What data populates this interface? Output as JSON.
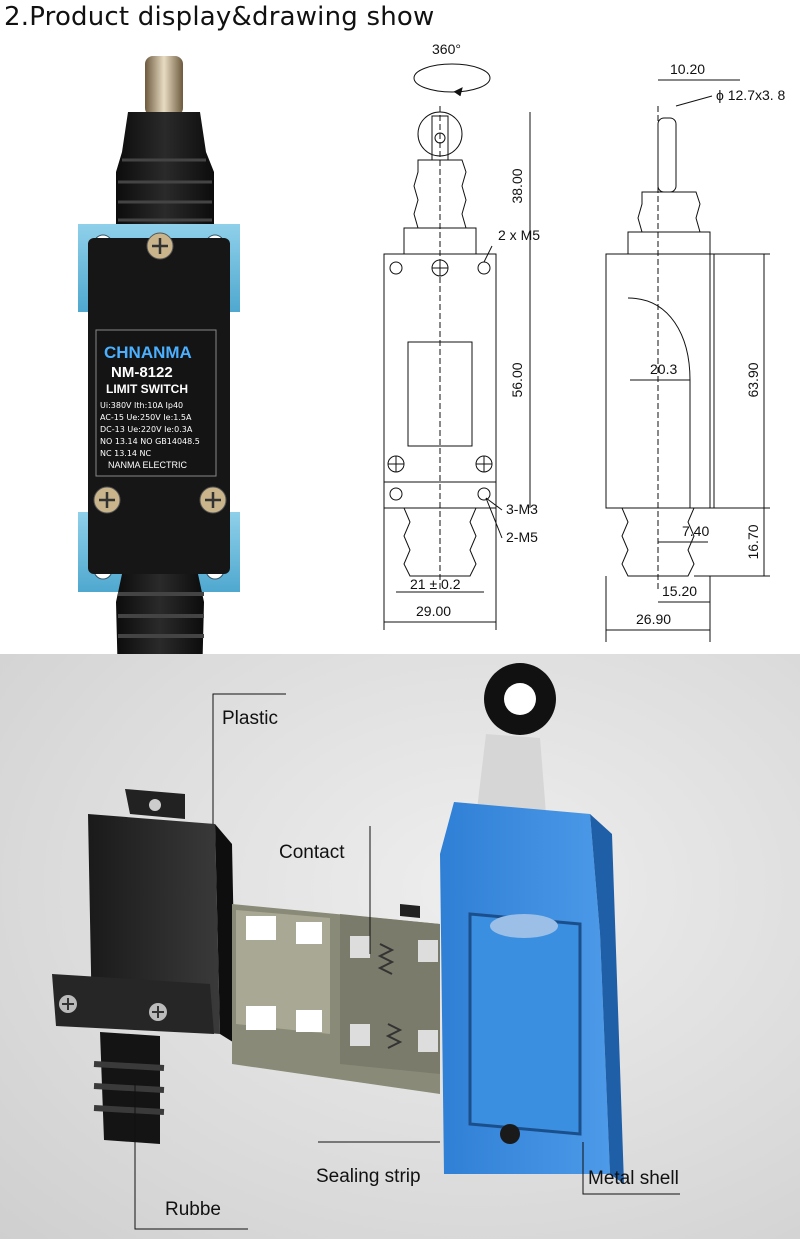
{
  "header": {
    "title": "2.Product display&drawing show"
  },
  "product_label": {
    "brand": "CHNANMA",
    "model": "NM-8122",
    "type": "LIMIT SWITCH",
    "spec_lines": [
      "Ui:380V  Ith:10A  Ip40",
      "AC-15  Ue:250V  Ie:1.5A",
      "DC-13  Ue:220V  Ie:0.3A",
      "NO 13.14 NO   GB14048.5",
      "NC 13.14 NC"
    ],
    "maker": "NANMA  ELECTRIC"
  },
  "drawing": {
    "rotation": "360°",
    "front_dims": {
      "actuator_height": "38.00",
      "mount_holes": "2 x M5",
      "body_height": "56.00",
      "holes_m3": "3-M3",
      "holes_m5": "2-M5",
      "hole_spacing": "21 ± 0.2",
      "body_width": "29.00"
    },
    "side_dims": {
      "roller_width": "10.20",
      "roller_dia": "ϕ 12.7x3. 8",
      "curve_radius": "20.3",
      "body_height": "63.90",
      "boot_offset": "7.40",
      "boot_height": "16.70",
      "boot_width": "15.20",
      "total_depth": "26.90"
    }
  },
  "exploded": {
    "labels": {
      "plastic": "Plastic",
      "contact": "Contact",
      "rubber": "Rubbe",
      "sealing": "Sealing strip",
      "shell": "Metal shell"
    }
  }
}
